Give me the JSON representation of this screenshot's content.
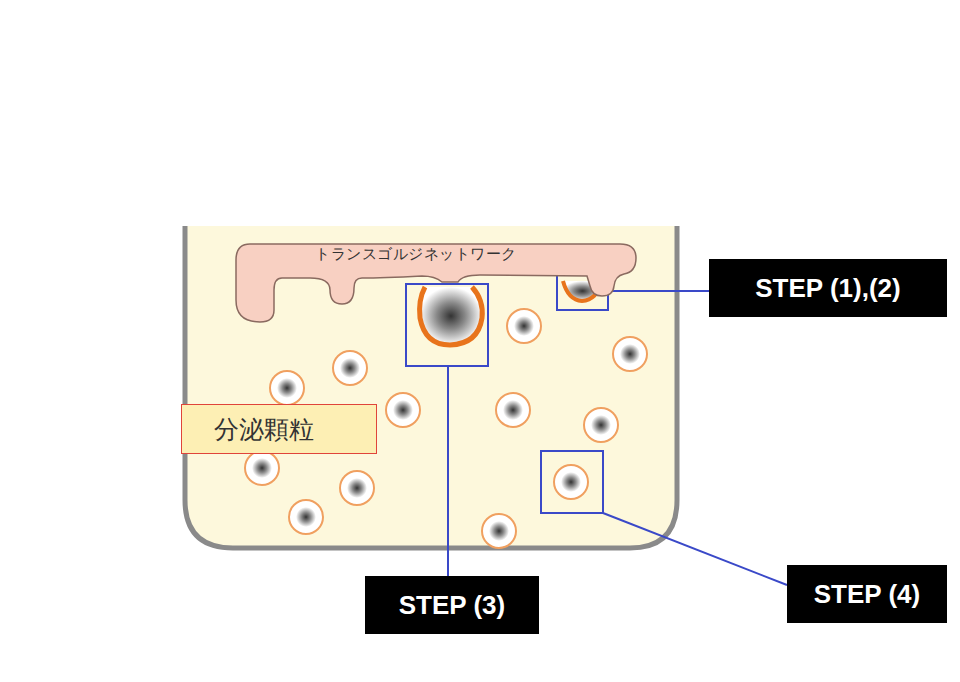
{
  "diagram": {
    "nodes": [
      {
        "text": [
          "トランスゴルジネットワーク"
        ]
      },
      {
        "text": [
          "分泌顆粒"
        ]
      },
      {
        "text": [
          "STEP (1),(2)"
        ]
      },
      {
        "text": [
          "STEP (3)"
        ]
      },
      {
        "text": [
          "STEP (4)"
        ]
      }
    ]
  }
}
